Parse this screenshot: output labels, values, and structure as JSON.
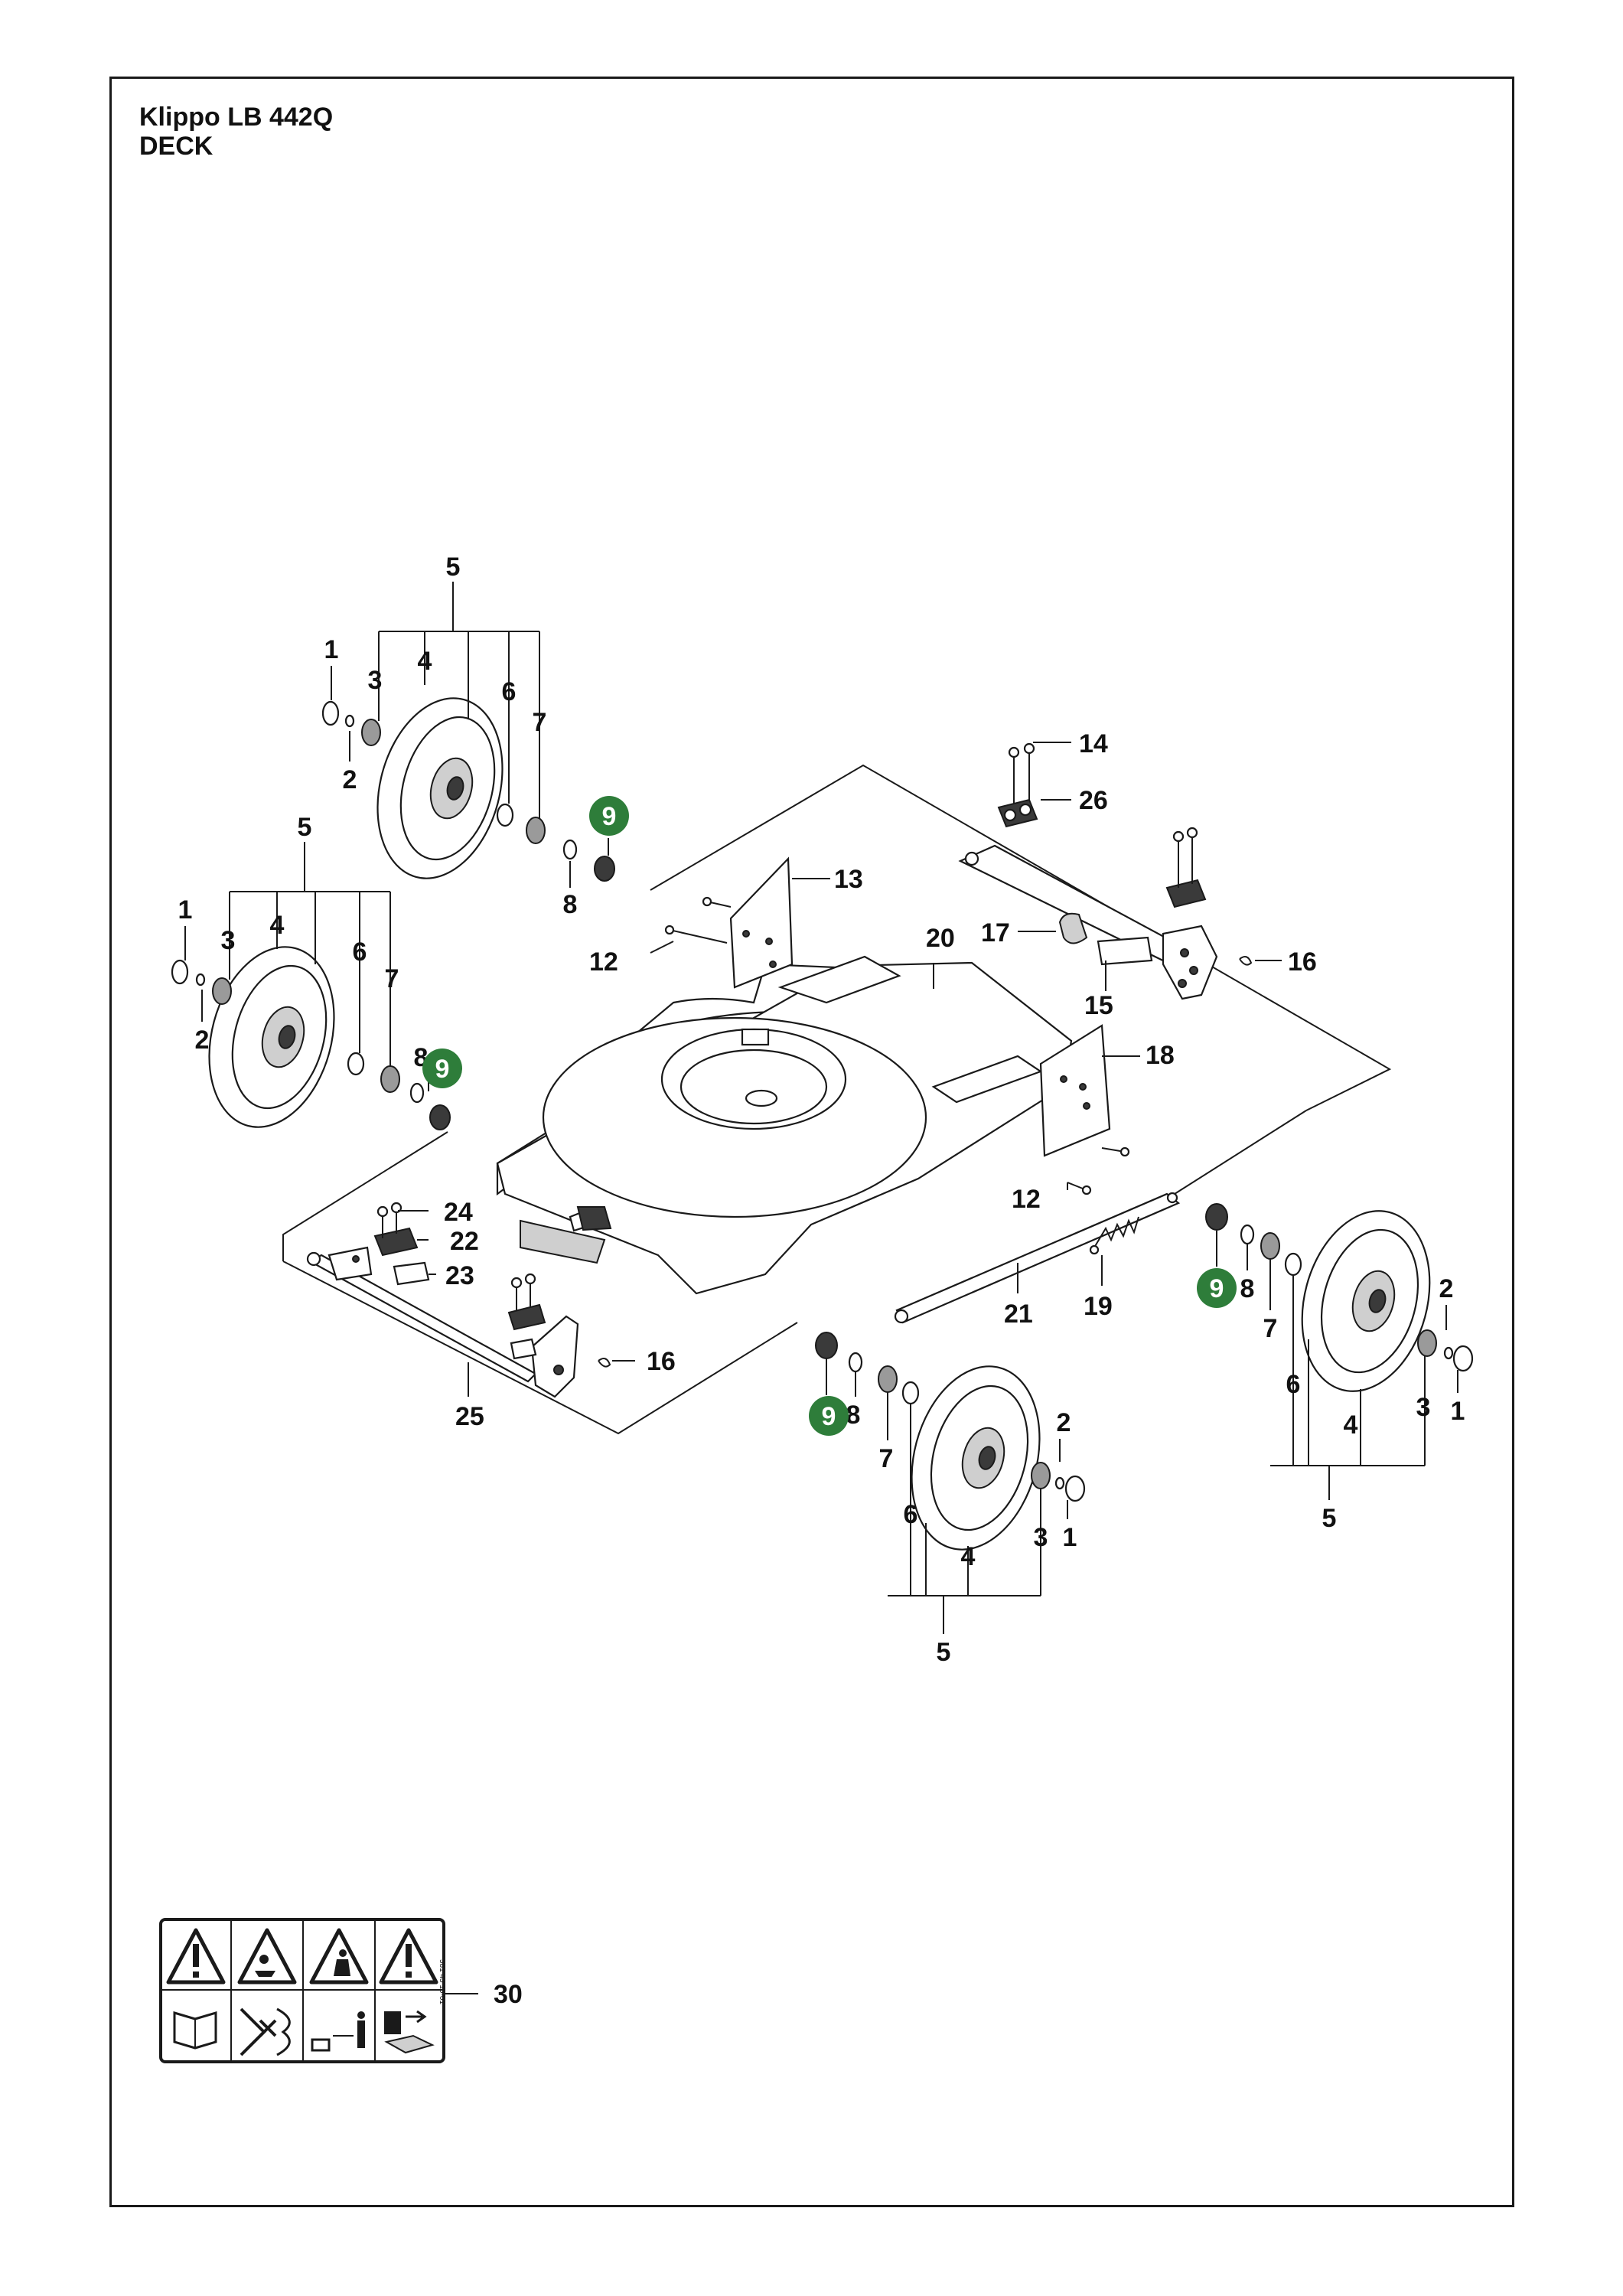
{
  "header": {
    "model": "Klippo LB 442Q",
    "section": "DECK"
  },
  "callouts": {
    "n1": "1",
    "n2": "2",
    "n3": "3",
    "n4": "4",
    "n5": "5",
    "n6": "6",
    "n7": "7",
    "n8": "8",
    "n9": "9",
    "n12": "12",
    "n13": "13",
    "n14": "14",
    "n15": "15",
    "n16": "16",
    "n17": "17",
    "n18": "18",
    "n19": "19",
    "n20": "20",
    "n21": "21",
    "n22": "22",
    "n23": "23",
    "n24": "24",
    "n25": "25",
    "n26": "26",
    "n30": "30"
  },
  "colors": {
    "badge": "#2e7d3a",
    "line": "#1a1a1a"
  },
  "decal": {
    "code": "581 43 10-01"
  }
}
